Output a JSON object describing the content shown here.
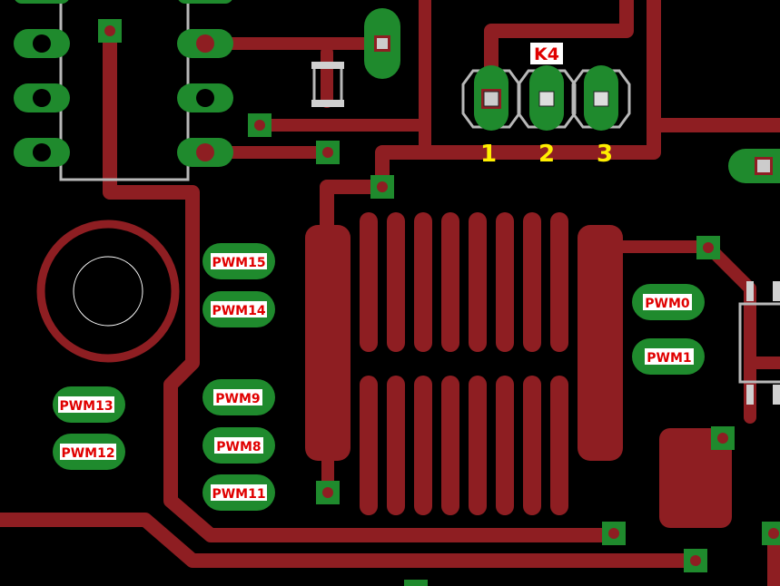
{
  "connector": {
    "ref": "K4",
    "pin_numbers": [
      "1",
      "2",
      "3"
    ]
  },
  "pwm_pads": {
    "pwm15": "PWM15",
    "pwm14": "PWM14",
    "pwm13": "PWM13",
    "pwm12": "PWM12",
    "pwm9": "PWM9",
    "pwm8": "PWM8",
    "pwm11": "PWM11",
    "pwm0": "PWM0",
    "pwm1": "PWM1"
  },
  "colors": {
    "board": "#000000",
    "copper": "#8e1e22",
    "pad": "#1f8a2d",
    "silkscreen": "#b8b8b8",
    "label_text": "#e00000",
    "pin_number": "#ffee00"
  }
}
